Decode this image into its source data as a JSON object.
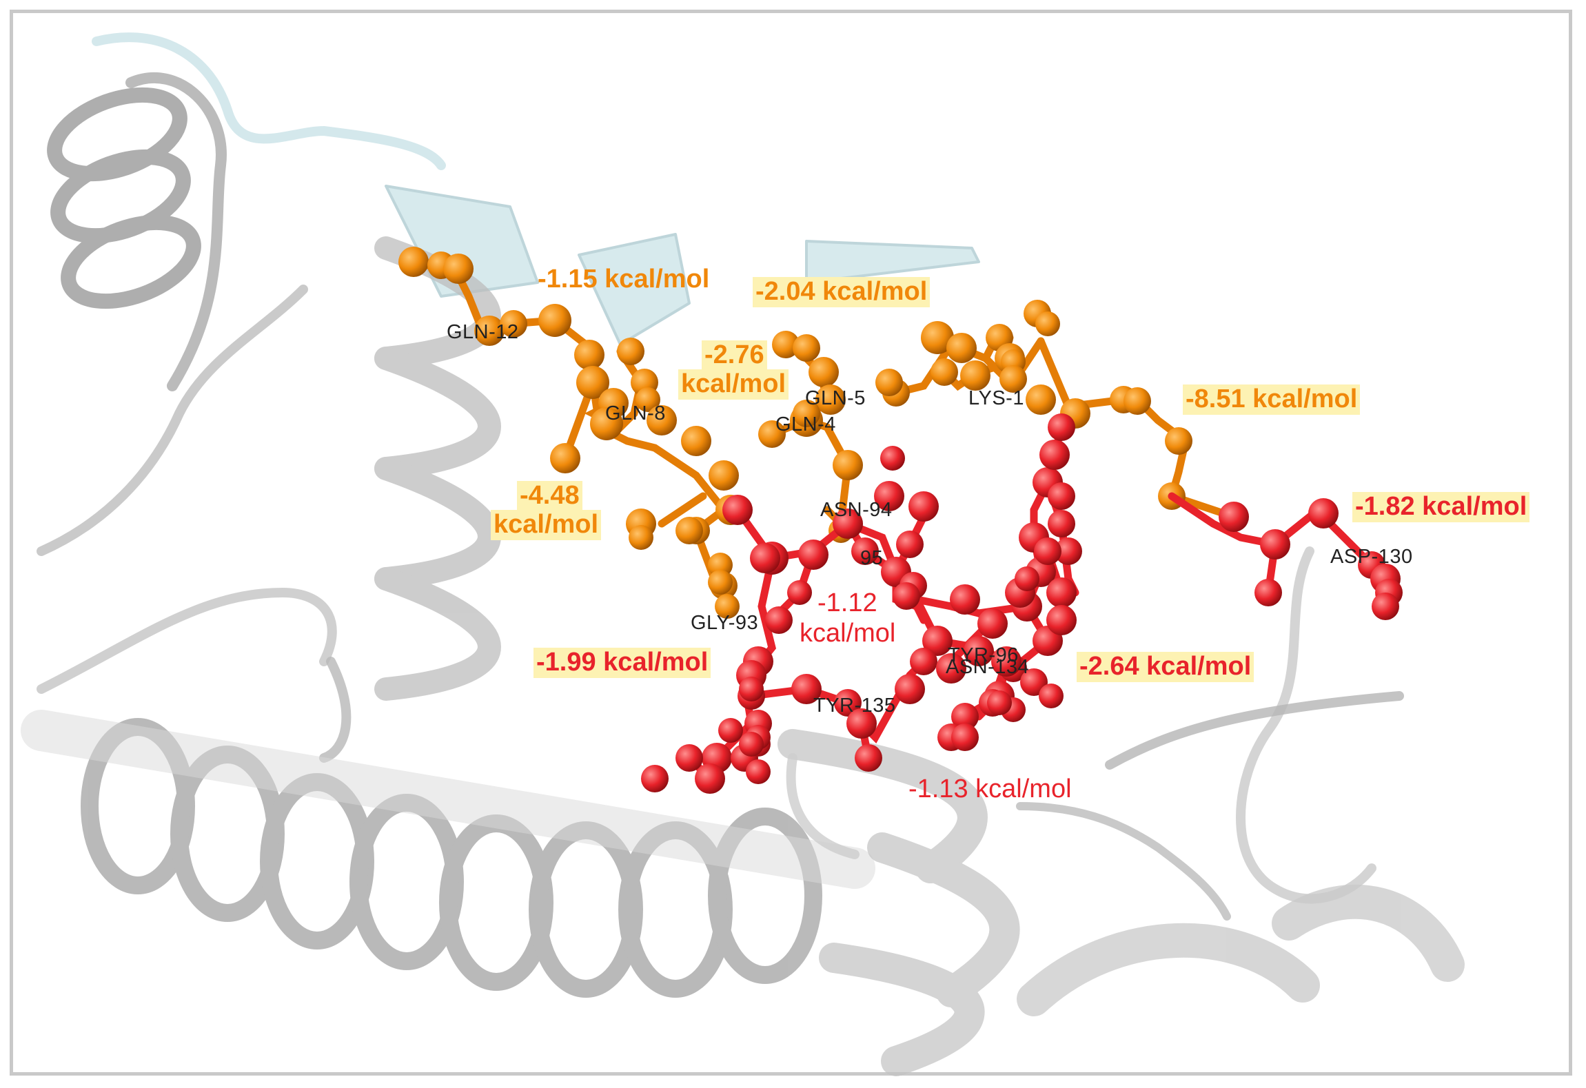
{
  "colors": {
    "orange": "#f0870a",
    "red": "#e8232b",
    "highlight": "#fdf2b3",
    "protein_gray": "#c8c8c8",
    "protein_cyan": "#cfe6ea"
  },
  "residues": [
    "GLN-12",
    "GLN-8",
    "GLN-5",
    "GLN-4",
    "LYS-1",
    "ASN-94",
    "95",
    "GLY-93",
    "TYR-96",
    "ASN-134",
    "TYR-135",
    "ASP-130"
  ],
  "energies": [
    "-1.15 kcal/mol",
    "-2.04 kcal/mol",
    "-2.76",
    "kcal/mol",
    "-8.51 kcal/mol",
    "-4.48",
    "kcal/mol",
    "-1.82 kcal/mol",
    "-1.12",
    "kcal/mol",
    "-1.99 kcal/mol",
    "-2.64 kcal/mol",
    "-1.13 kcal/mol"
  ]
}
